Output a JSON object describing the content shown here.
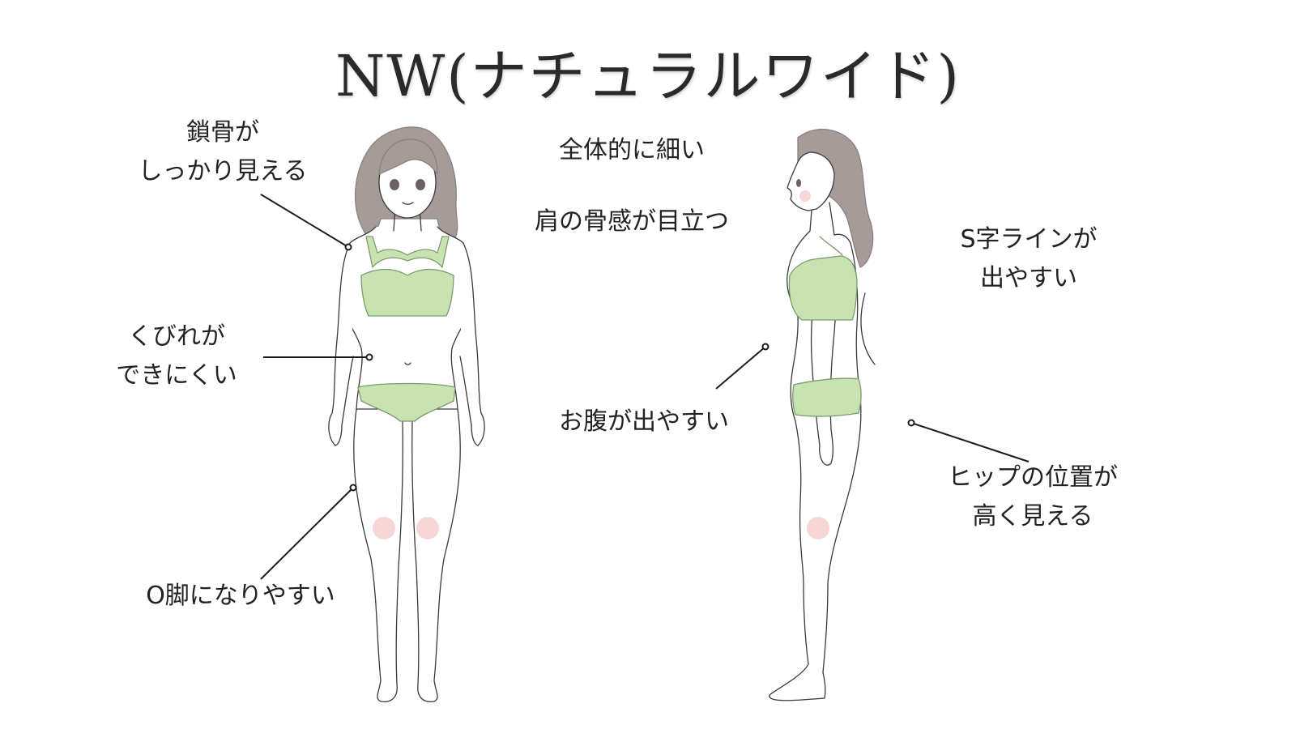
{
  "title": "NW(ナチュラルワイド)",
  "labels": {
    "clavicle": [
      "鎖骨が",
      "しっかり見える"
    ],
    "waist": [
      "くびれが",
      "できにくい"
    ],
    "legs": "O脚になりやすい",
    "overall": "全体的に細い",
    "shoulder": "肩の骨感が目立つ",
    "belly": "お腹が出やすい",
    "s_line": [
      "S字ラインが",
      "出やすい"
    ],
    "hip": [
      "ヒップの位置が",
      "高く見える"
    ]
  },
  "colors": {
    "underwear": "#c8e3b2",
    "hair": "#a59b98",
    "skin_outline": "#3c3c3c",
    "blush": "#f3c7c7"
  }
}
